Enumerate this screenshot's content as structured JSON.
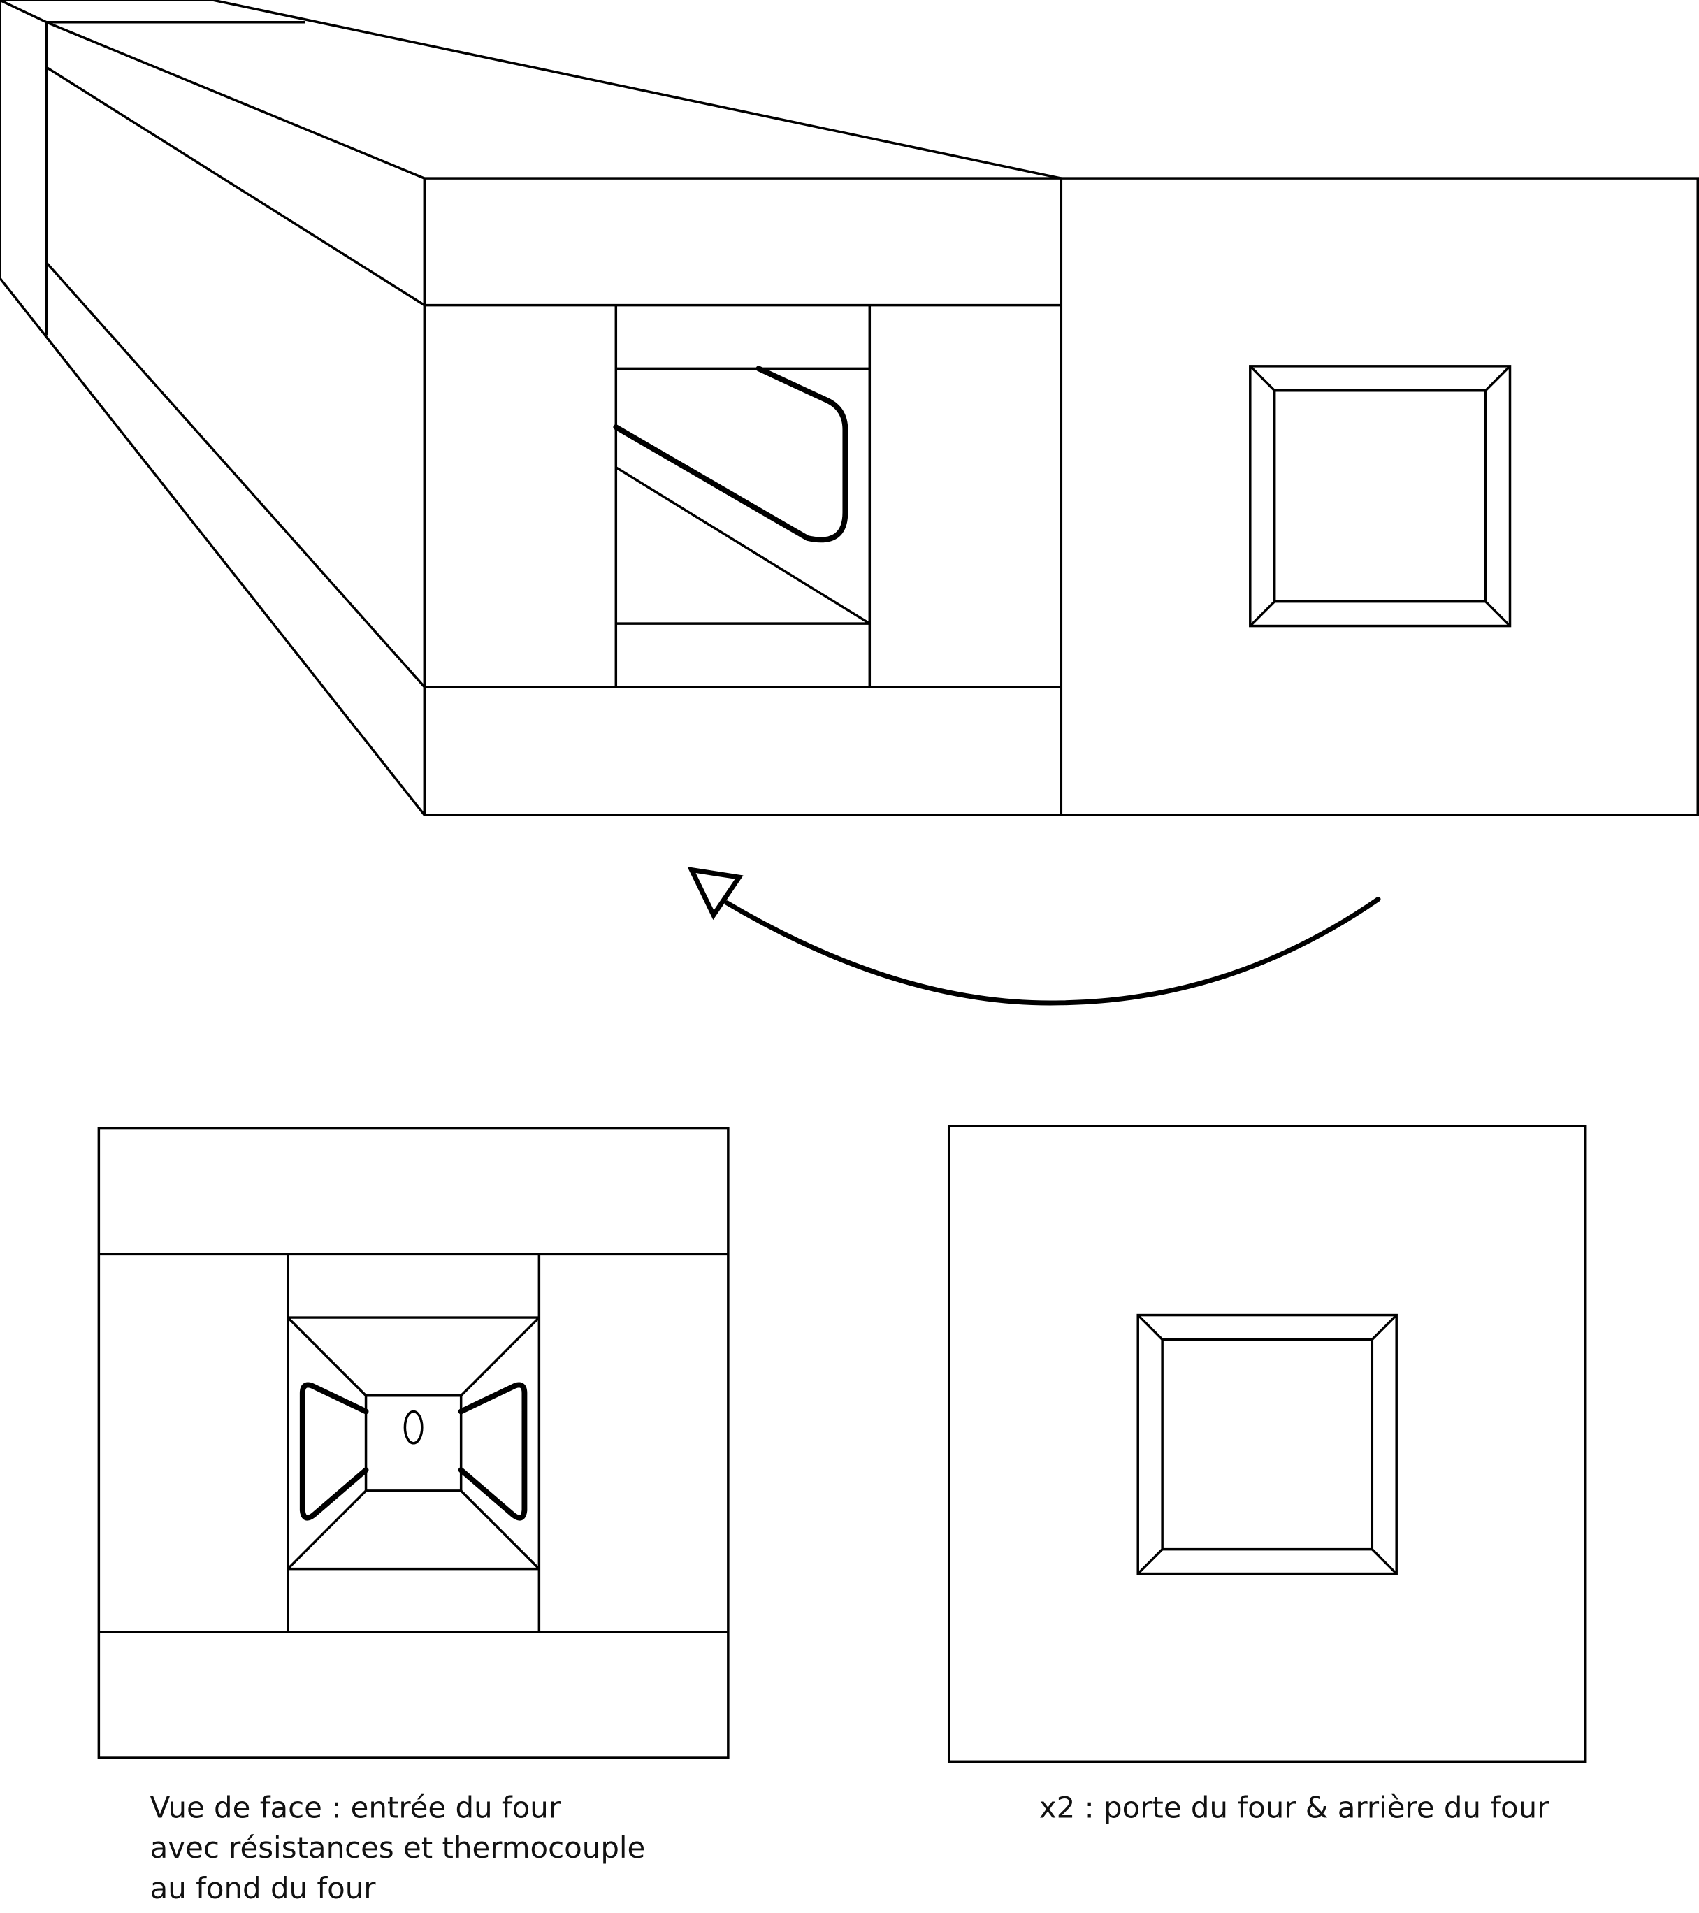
{
  "captions": {
    "front_view": [
      "Vue de face : entrée du four",
      "avec résistances et thermocouple",
      "au fond du four"
    ],
    "door_view": "x2 : porte du four & arrière du four"
  },
  "colors": {
    "stroke": "#000000",
    "background": "#ffffff"
  }
}
